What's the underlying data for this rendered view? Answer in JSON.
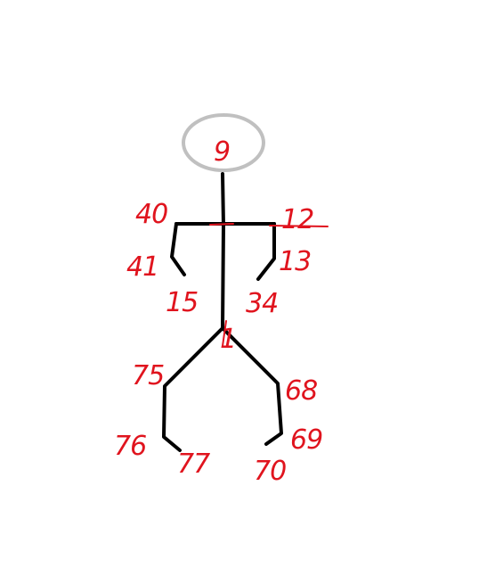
{
  "colors": {
    "background": "#ffffff",
    "skeleton": "#000000",
    "head_outline": "#c0c0c0",
    "label": "#e0141e"
  },
  "labels": {
    "head": "9",
    "left_shoulder": "40",
    "left_elbow": "41",
    "left_hand": "15",
    "right_shoulder": "12",
    "right_elbow": "13",
    "right_hand": "34",
    "hip": "1",
    "left_knee": "75",
    "left_ankle": "76",
    "left_foot": "77",
    "right_knee": "68",
    "right_ankle": "69",
    "right_foot": "70"
  }
}
